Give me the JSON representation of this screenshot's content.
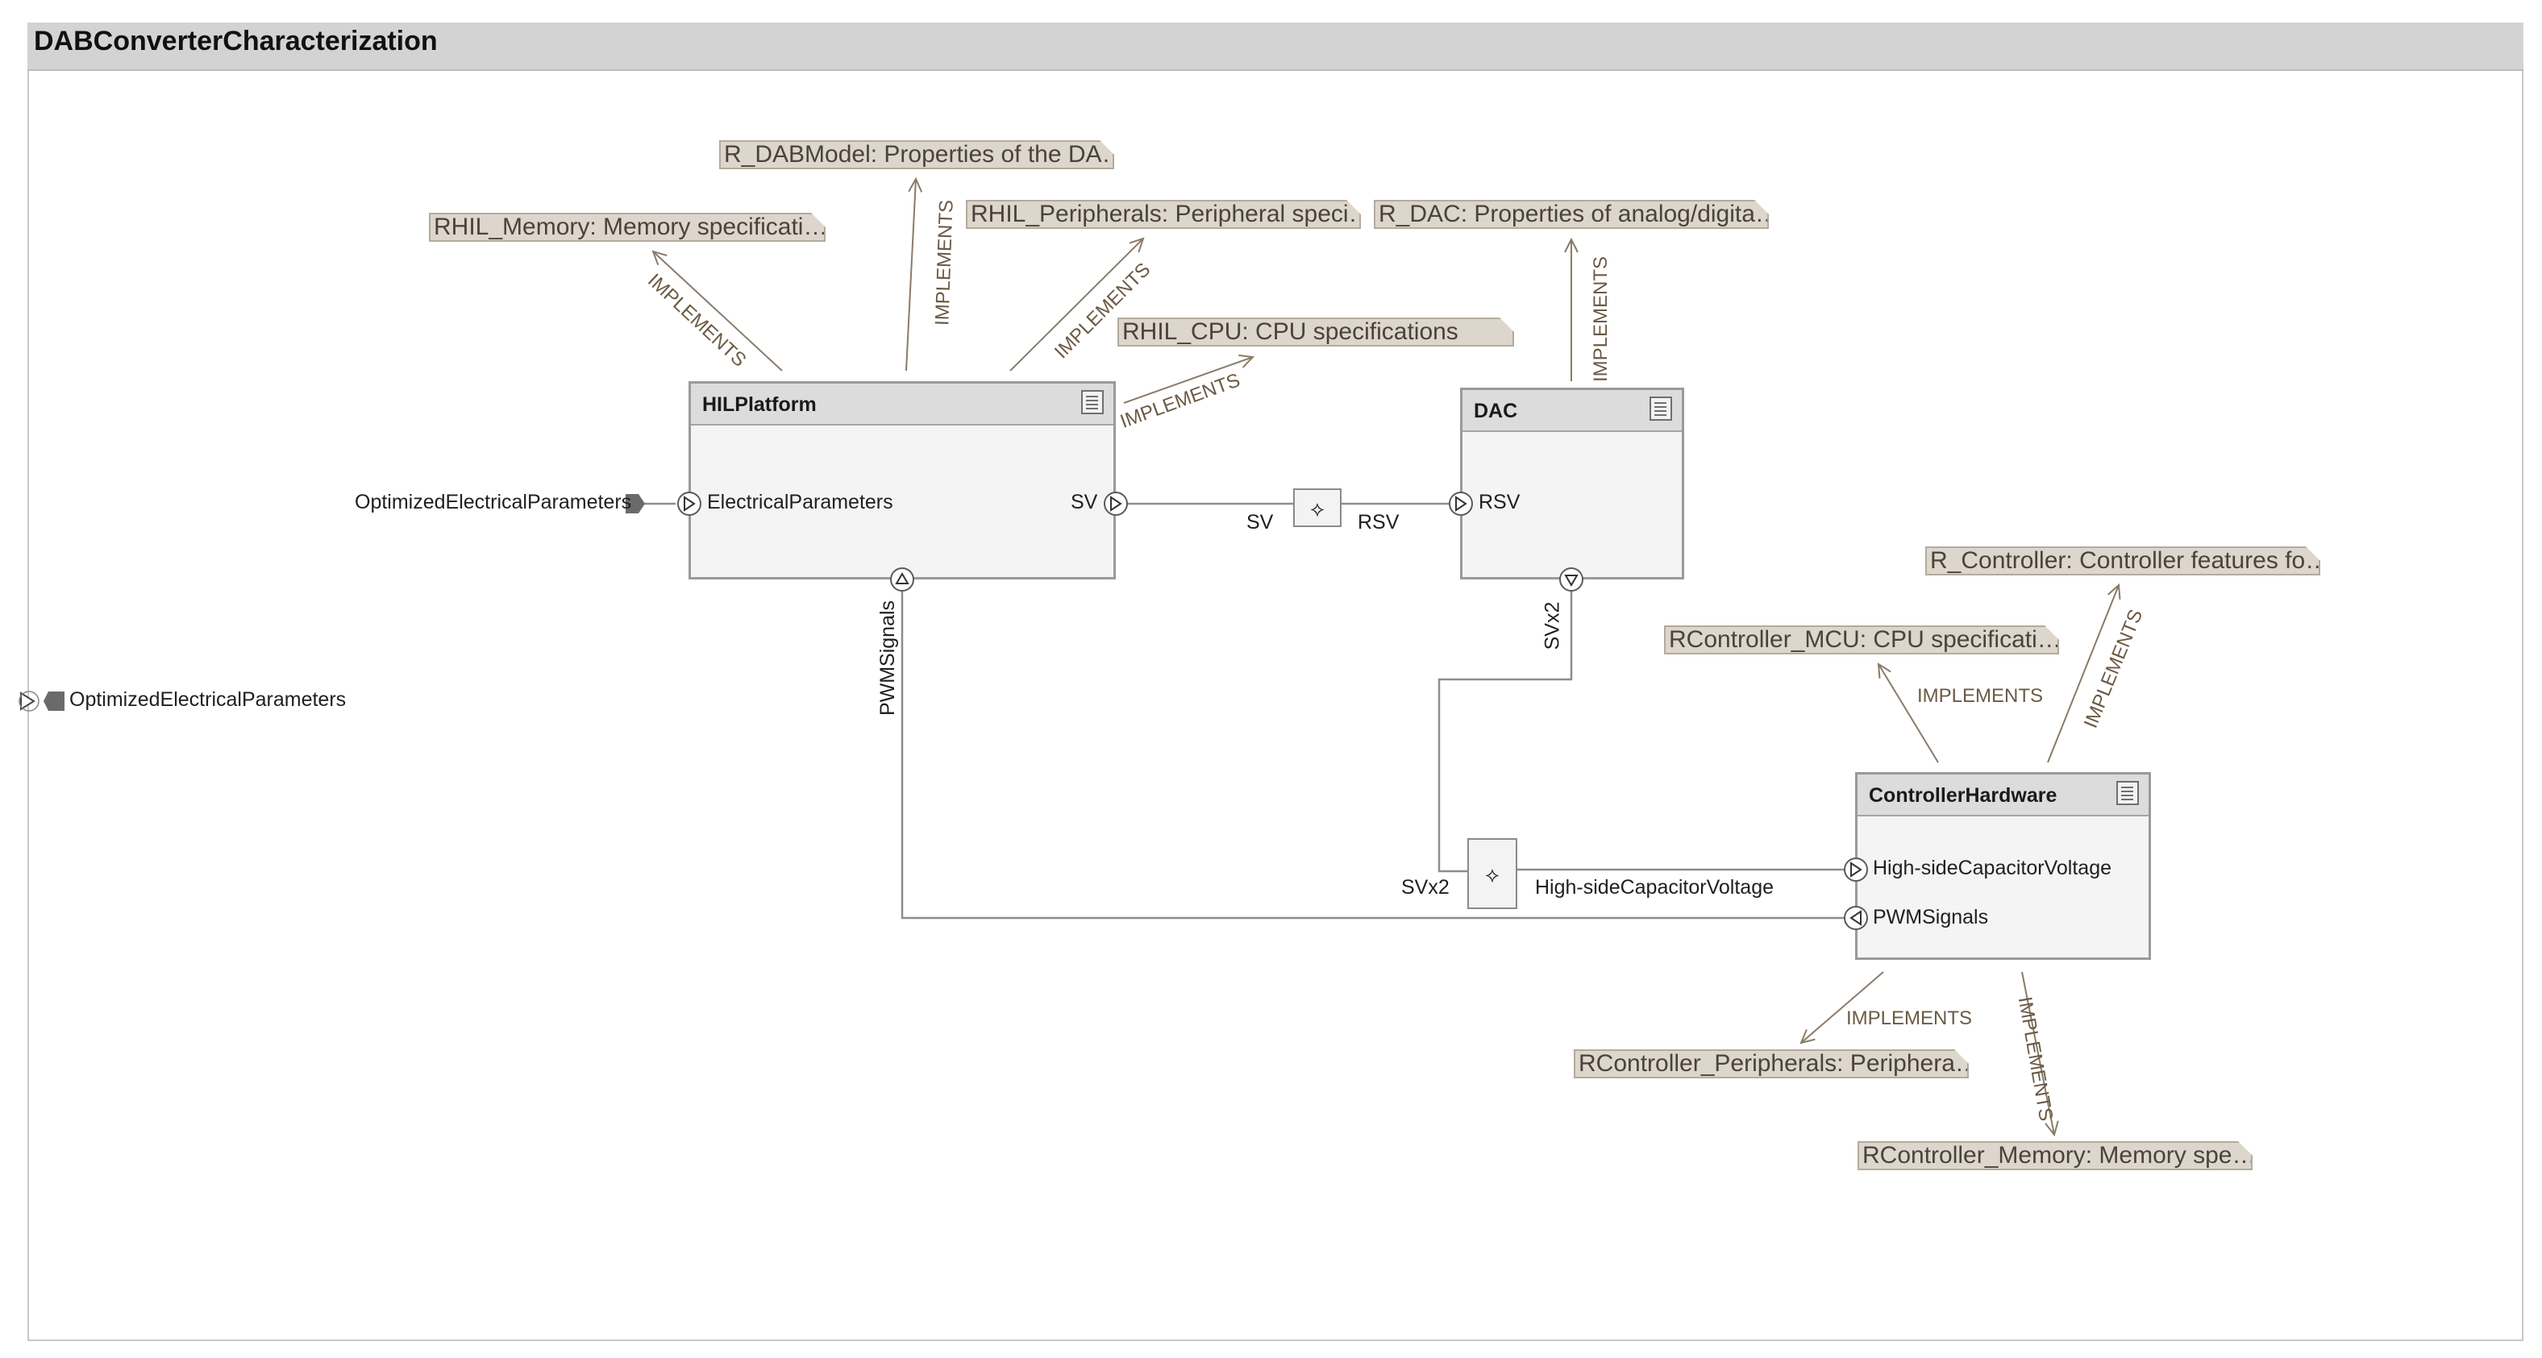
{
  "diagram": {
    "title": "DABConverterCharacterization",
    "root_port_label": "OptimizedElectricalParameters",
    "external_input_label": "OptimizedElectricalParameters",
    "blocks": {
      "hil": {
        "name": "HILPlatform",
        "port_in": "ElectricalParameters",
        "port_out": "SV",
        "port_bottom": "PWMSignals"
      },
      "dac": {
        "name": "DAC",
        "port_in": "RSV",
        "port_bottom": "SVx2"
      },
      "ctrl": {
        "name": "ControllerHardware",
        "port_in_1": "High-sideCapacitorVoltage",
        "port_in_2": "PWMSignals"
      }
    },
    "connectors": {
      "mux1_left": "SV",
      "mux1_right": "RSV",
      "mux2_left": "SVx2",
      "mux2_right": "High-sideCapacitorVoltage"
    },
    "requirements": [
      "R_DABModel: Properties of the DA…",
      "RHIL_Memory: Memory specificati…",
      "RHIL_Peripherals: Peripheral speci…",
      "R_DAC: Properties of analog/digita…",
      "RHIL_CPU: CPU specifications",
      "R_Controller: Controller features fo…",
      "RController_MCU: CPU specificati…",
      "RController_Peripherals: Periphera…",
      "RController_Memory: Memory spe…"
    ],
    "relation_label": "IMPLEMENTS"
  }
}
